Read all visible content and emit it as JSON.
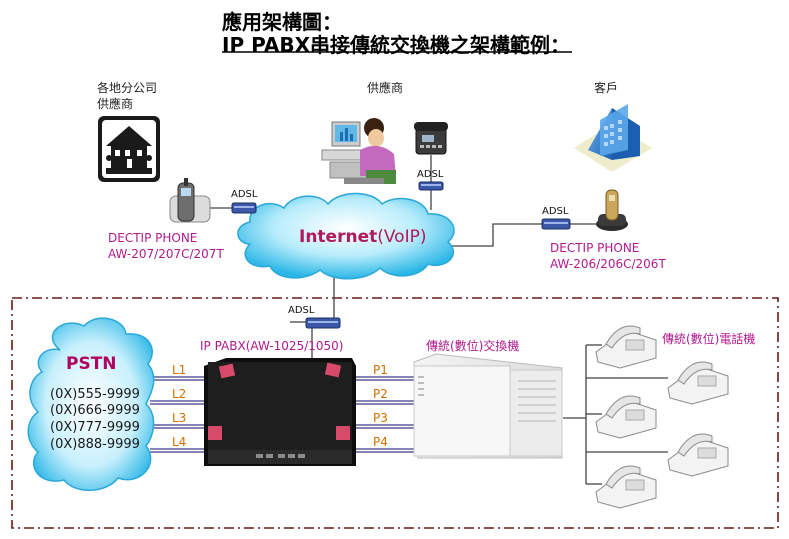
{
  "title": {
    "line1": "應用架構圖：",
    "line2": "IP PABX串接傳統交換機之架構範例："
  },
  "branch": {
    "label_line1": "各地分公司",
    "label_line2": "供應商",
    "phone_line1": "DECTIP PHONE",
    "phone_line2": "AW-207/207C/207T",
    "adsl": "ADSL"
  },
  "supplier": {
    "label": "供應商",
    "adsl": "ADSL"
  },
  "customer": {
    "label": "客戶",
    "adsl": "ADSL",
    "phone_line1": "DECTIP PHONE",
    "phone_line2": "AW-206/206C/206T"
  },
  "internet": {
    "label": "Internet",
    "suffix": "(VoIP)"
  },
  "pbx": {
    "adsl": "ADSL",
    "label": "IP PABX(AW-1025/1050)",
    "lines_in": [
      "L1",
      "L2",
      "L3",
      "L4"
    ],
    "lines_out": [
      "P1",
      "P2",
      "P3",
      "P4"
    ]
  },
  "pstn": {
    "title": "PSTN",
    "numbers": [
      "(0X)555-9999",
      "(0X)666-9999",
      "(0X)777-9999",
      "(0X)888-9999"
    ]
  },
  "switch": {
    "label": "傳統(數位)交換機"
  },
  "phones": {
    "label": "傳統(數位)電話機"
  },
  "colors": {
    "magenta_text": "#b01a8e",
    "line_label": "#d07000",
    "cloud": "#2ab6e6",
    "dashed_border": "#6b1a1a"
  }
}
